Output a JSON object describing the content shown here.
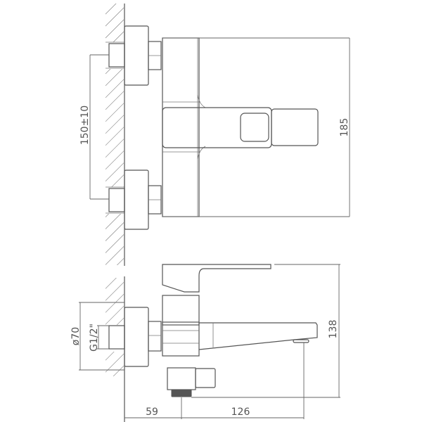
{
  "drawing": {
    "type": "technical-drawing",
    "subject": "wall-mounted bath mixer",
    "views": [
      "front-view",
      "side-view"
    ]
  },
  "front_view": {
    "dimensions": {
      "inlet_spacing": "150±10",
      "total_height": "185"
    }
  },
  "side_view": {
    "dimensions": {
      "flange_diameter": "ø70",
      "thread": "G1/2\"",
      "height": "138",
      "wall_to_outlet": "59",
      "outlet_to_spout": "126"
    }
  }
}
